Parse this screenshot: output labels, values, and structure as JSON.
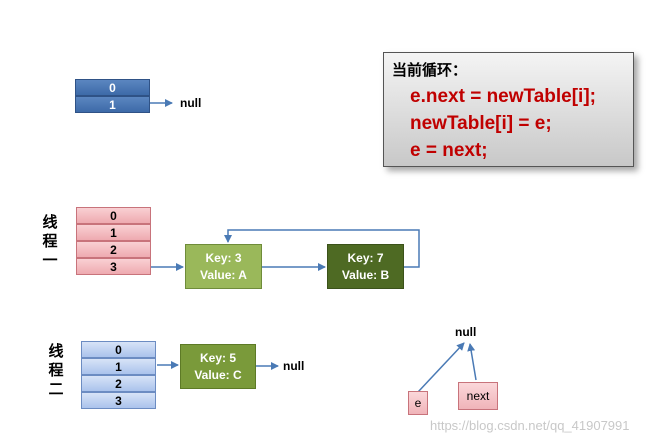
{
  "code_box": {
    "title": "当前循环：",
    "lines": [
      "e.next = newTable[i];",
      "newTable[i] = e;",
      "e = next;"
    ]
  },
  "new_table": {
    "indices": [
      "0",
      "1"
    ],
    "null_label": "null"
  },
  "thread1": {
    "label_chars": [
      "线",
      "程",
      "一"
    ],
    "indices": [
      "0",
      "1",
      "2",
      "3"
    ],
    "nodes": [
      {
        "key": "Key: 3",
        "value": "Value: A"
      },
      {
        "key": "Key: 7",
        "value": "Value: B"
      }
    ]
  },
  "thread2": {
    "label_chars": [
      "线",
      "程",
      "二"
    ],
    "indices": [
      "0",
      "1",
      "2",
      "3"
    ],
    "node": {
      "key": "Key: 5",
      "value": "Value: C"
    },
    "null_label": "null"
  },
  "pointers": {
    "null_label": "null",
    "e_label": "e",
    "next_label": "next"
  },
  "watermark": "https://blog.csdn.net/qq_41907991",
  "colors": {
    "code_text": "#c00000",
    "blue_cell": "#3d6aa8",
    "pink_cell": "#eeaab0",
    "light_blue_cell": "#aac3ec",
    "node_light_green": "#9ab85a",
    "node_dark_green": "#4e6a23",
    "arrow": "#4a7ab5"
  }
}
